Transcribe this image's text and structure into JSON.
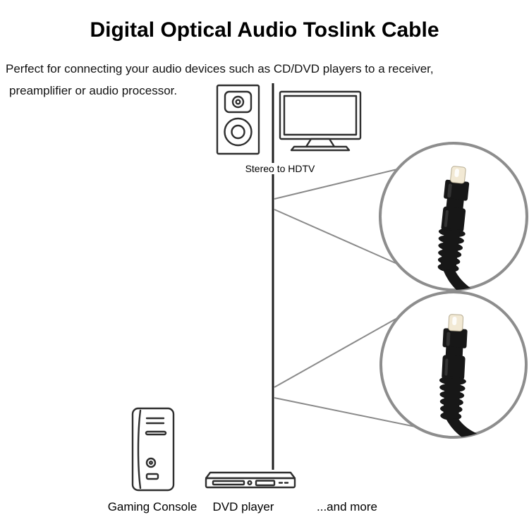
{
  "header": {
    "title": "Digital Optical Audio Toslink Cable",
    "description_line1": "Perfect for connecting your audio devices such as CD/DVD players to a receiver,",
    "description_line2": "preamplifier or audio processor."
  },
  "labels": {
    "top_devices": "Stereo to HDTV",
    "gaming_console": "Gaming Console",
    "dvd_player": "DVD player",
    "and_more": "...and more"
  },
  "icons": {
    "speaker": "speaker-icon",
    "tv": "hdtv-icon",
    "cable": "optical-cable-line",
    "zoom_top": "toslink-connector-zoom-top",
    "zoom_bottom": "toslink-connector-zoom-bottom",
    "console": "gaming-console-icon",
    "dvd": "dvd-player-icon"
  },
  "colors": {
    "background": "#ffffff",
    "text": "#000000",
    "line_art": "#2e2e2e",
    "callout_border": "#8d8d8d",
    "connector_body": "#171717",
    "connector_tip": "#f2e9d4"
  }
}
